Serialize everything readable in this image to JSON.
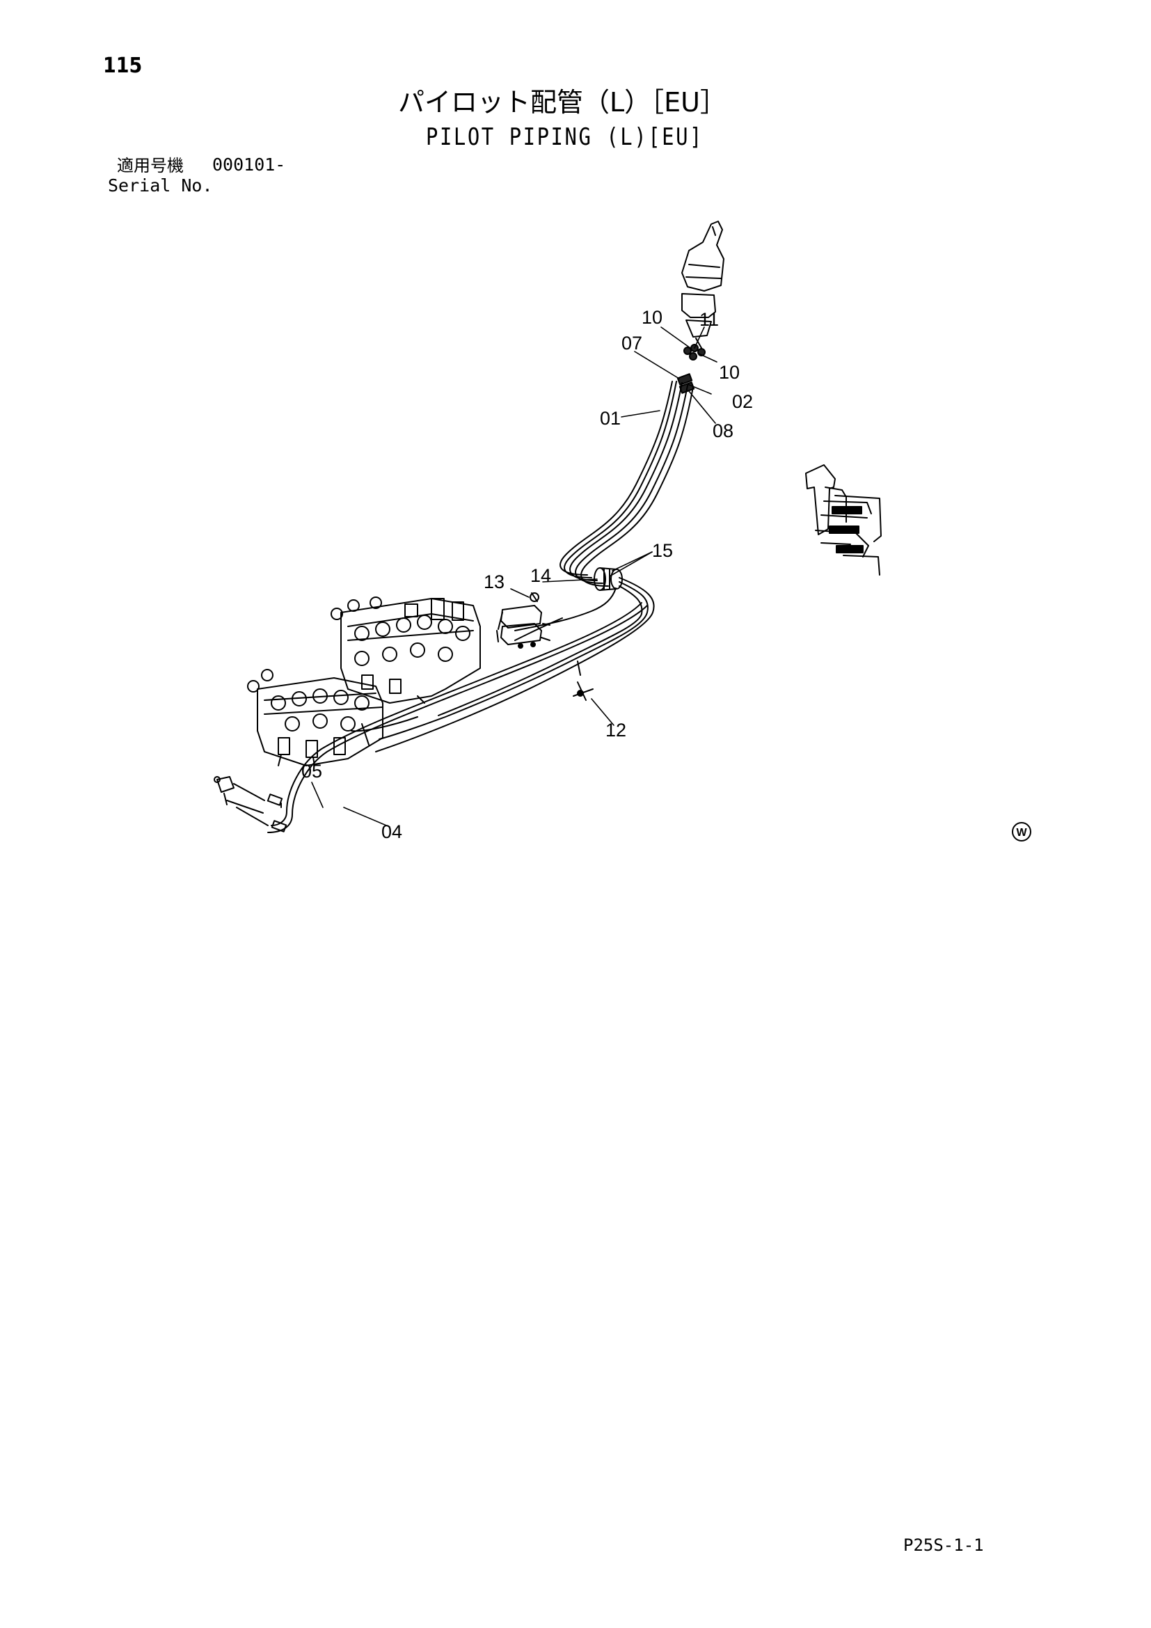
{
  "header": {
    "page_number": "115",
    "title_jp": "パイロット配管（L）［EU］",
    "title_en": "PILOT PIPING (L)[EU]",
    "serial_label_jp": "適用号機",
    "serial_value": "000101-",
    "serial_label_en": "Serial No."
  },
  "callouts": {
    "c01": "01",
    "c02": "02",
    "c04": "04",
    "c05": "05",
    "c07": "07",
    "c08": "08",
    "c10a": "10",
    "c10b": "10",
    "c11": "11",
    "c12": "12",
    "c13": "13",
    "c14": "14",
    "c15": "15"
  },
  "orientation_symbol": {
    "text": "W"
  },
  "footer": {
    "drawing_code": "P25S-1-1"
  }
}
